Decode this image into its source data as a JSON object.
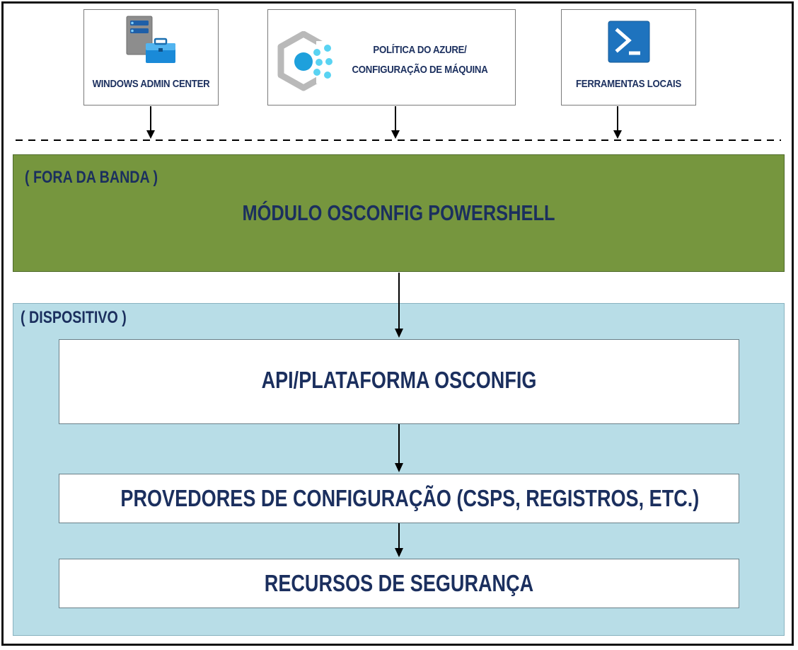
{
  "sources": {
    "windows_admin_center": {
      "label": "WINDOWS ADMIN CENTER",
      "icon": "server-toolbox-icon"
    },
    "azure_policy": {
      "label_line1": "POLÍTICA DO AZURE/",
      "label_line2": "CONFIGURAÇÃO DE MÁQUINA",
      "icon": "azure-policy-hexagon-icon"
    },
    "local_tools": {
      "label": "FERRAMENTAS LOCAIS",
      "icon": "powershell-icon"
    }
  },
  "out_of_band": {
    "tag": "( FORA DA BANDA )",
    "title": "MÓDULO OSCONFIG POWERSHELL",
    "color": "#76963e"
  },
  "device": {
    "tag": "( DISPOSITIVO )",
    "color": "#b8dde7",
    "layers": {
      "api": "API/PLATAFORMA OSCONFIG",
      "providers": "PROVEDORES DE CONFIGURAÇÃO (CSPS, REGISTROS, ETC.)",
      "security": "RECURSOS DE SEGURANÇA"
    }
  },
  "text_color": "#1b2f5e"
}
